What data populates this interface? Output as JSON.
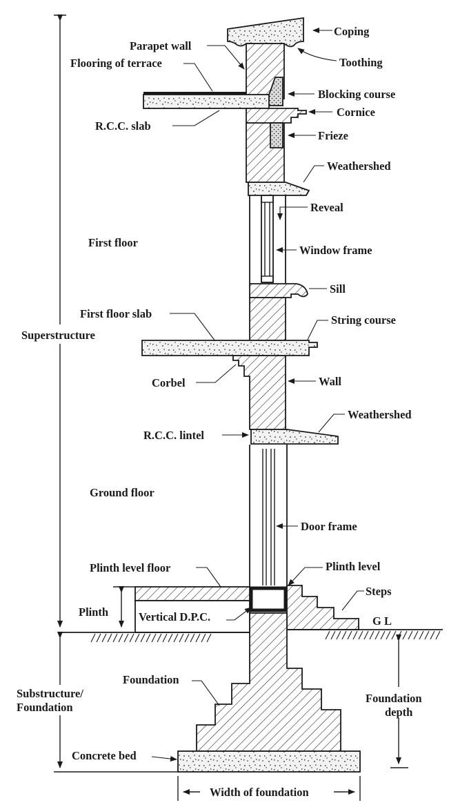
{
  "labels": {
    "coping": "Coping",
    "parapet_wall": "Parapet wall",
    "toothing": "Toothing",
    "flooring_of_terrace": "Flooring of terrace",
    "blocking_course": "Blocking course",
    "cornice": "Cornice",
    "rcc_slab": "R.C.C. slab",
    "frieze": "Frieze",
    "weathershed_top": "Weathershed",
    "reveal": "Reveal",
    "first_floor": "First floor",
    "window_frame": "Window frame",
    "sill": "Sill",
    "first_floor_slab": "First floor slab",
    "string_course": "String course",
    "superstructure": "Superstructure",
    "corbel": "Corbel",
    "wall": "Wall",
    "weathershed_bottom": "Weathershed",
    "rcc_lintel": "R.C.C. lintel",
    "ground_floor": "Ground floor",
    "door_frame": "Door frame",
    "plinth_level_floor": "Plinth level floor",
    "plinth_level": "Plinth level",
    "steps": "Steps",
    "plinth": "Plinth",
    "vertical_dpc": "Vertical D.P.C.",
    "gl": "G L",
    "foundation": "Foundation",
    "substructure_line1": "Substructure/",
    "substructure_line2": "Foundation",
    "foundation_depth_line1": "Foundation",
    "foundation_depth_line2": "depth",
    "concrete_bed": "Concrete bed",
    "width_of_foundation": "Width of foundation"
  },
  "colors": {
    "ink": "#1a1a1a",
    "background": "#ffffff",
    "concrete_fill": "#f2f2f2"
  }
}
